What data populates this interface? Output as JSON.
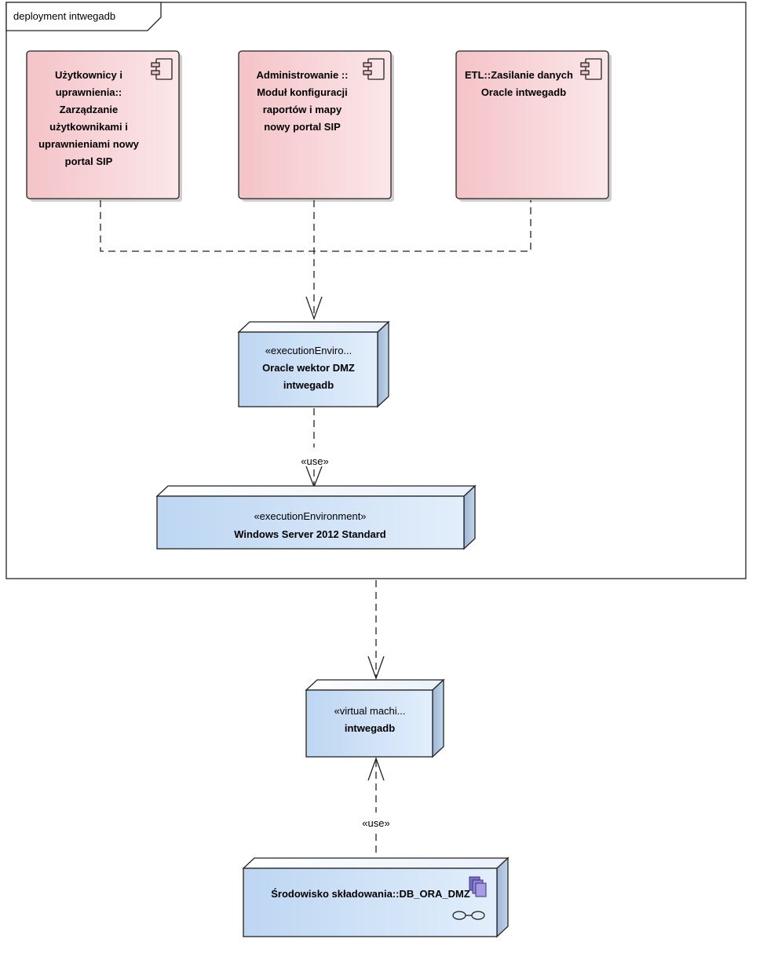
{
  "frame": {
    "title": "deployment intwegadb"
  },
  "components": {
    "users": {
      "lines": [
        "Użytkownicy i",
        "uprawnienia::",
        "Zarządzanie",
        "użytkownikami i",
        "uprawnieniami nowy",
        "portal SIP"
      ],
      "icon": "component-icon"
    },
    "admin": {
      "lines": [
        "Administrowanie ::",
        "Moduł konfiguracji",
        "raportów i  mapy",
        "nowy portal SIP"
      ],
      "icon": "component-icon"
    },
    "etl": {
      "lines": [
        "ETL::Zasilanie danych",
        "Oracle intwegadb"
      ],
      "icon": "component-icon"
    }
  },
  "nodes": {
    "oracle": {
      "stereotype": "«executionEnviro...",
      "lines": [
        "Oracle wektor DMZ",
        "intwegadb"
      ]
    },
    "windows": {
      "stereotype": "«executionEnvironment»",
      "lines": [
        "Windows Server 2012 Standard"
      ]
    },
    "vm": {
      "stereotype": "«virtual machi...",
      "lines": [
        "intwegadb"
      ]
    },
    "storage": {
      "lines": [
        "Środowisko składowania::DB_ORA_DMZ"
      ],
      "icons": [
        "artifact-stack-icon",
        "link-icon"
      ]
    }
  },
  "edges": {
    "oracle_to_windows": {
      "label": "«use»"
    },
    "storage_to_vm": {
      "label": "«use»"
    }
  },
  "colors": {
    "component_fill": "#f2c1c6",
    "node_fill": "#c3daf3",
    "stroke": "#222222"
  }
}
